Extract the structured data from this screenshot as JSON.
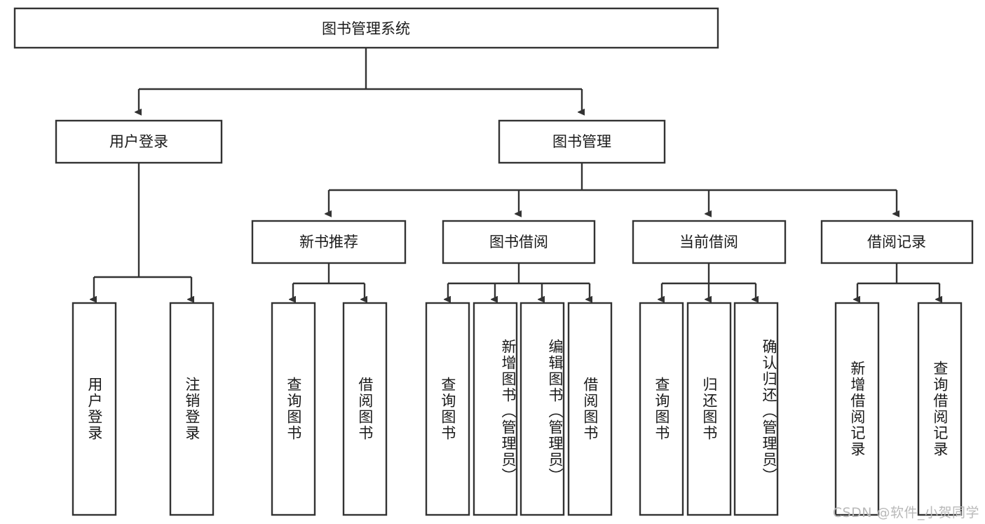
{
  "diagram": {
    "type": "tree-hierarchy-chart",
    "title": "图书管理系统",
    "watermark": "CSDN @软件_小贺同学",
    "colors": {
      "stroke": "#333333",
      "fill": "#ffffff",
      "text": "#1a1a1a",
      "watermark": "#b9b9b9",
      "background": "#ffffff"
    },
    "root": {
      "label": "图书管理系统"
    },
    "level2": [
      {
        "label": "用户登录"
      },
      {
        "label": "图书管理"
      }
    ],
    "level3": [
      {
        "label": "新书推荐"
      },
      {
        "label": "图书借阅"
      },
      {
        "label": "当前借阅"
      },
      {
        "label": "借阅记录"
      }
    ],
    "leaves": {
      "user_login": [
        {
          "label": "用户登录"
        },
        {
          "label": "注销登录"
        }
      ],
      "new_book_recommend": [
        {
          "label": "查询图书"
        },
        {
          "label": "借阅图书"
        }
      ],
      "book_borrow": [
        {
          "label": "查询图书"
        },
        {
          "label": "新增图书（管理员）"
        },
        {
          "label": "编辑图书（管理员）"
        },
        {
          "label": "借阅图书"
        }
      ],
      "current_borrow": [
        {
          "label": "查询图书"
        },
        {
          "label": "归还图书"
        },
        {
          "label": "确认归还（管理员）"
        }
      ],
      "borrow_records": [
        {
          "label": "新增借阅记录"
        },
        {
          "label": "查询借阅记录"
        }
      ]
    }
  }
}
